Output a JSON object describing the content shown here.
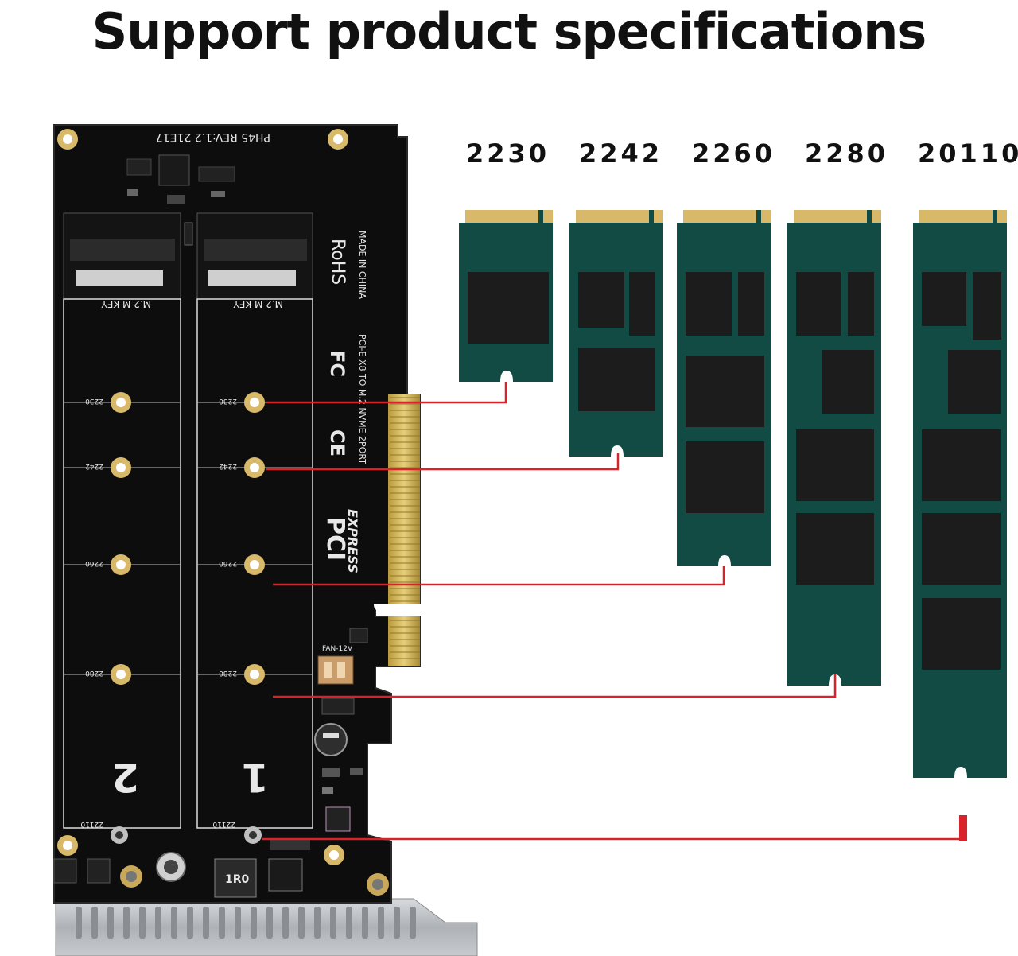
{
  "header": {
    "title": "Support product specifications"
  },
  "sizes": [
    {
      "label": "2230"
    },
    {
      "label": "2242"
    },
    {
      "label": "2260"
    },
    {
      "label": "2280"
    },
    {
      "label": "20110"
    }
  ],
  "board": {
    "model_text": "PH45  REV:1.2  21E17",
    "slot_label": "M.2 M KEY",
    "rohs": "RoHS",
    "made_in": "MADE IN CHINA",
    "fc": "FC",
    "ce": "CE",
    "description": "PCI-E X8 TO M.2 NVME 2PORT",
    "pci_brand": "PCI",
    "pci_express": "EXPRESS",
    "port_1": "1",
    "port_2": "2",
    "hole_labels": [
      "2230",
      "2242",
      "2260",
      "2280",
      "22110"
    ],
    "fan_label": "FAN-12V",
    "inductor_label": "1R0"
  },
  "colors": {
    "ssd_green": "#124a44",
    "chip": "#1c1c1c",
    "gold": "#d8b96a",
    "pcb": "#0d0d0d",
    "connector_line": "#d8232a",
    "bracket": "#b8bcc0"
  }
}
